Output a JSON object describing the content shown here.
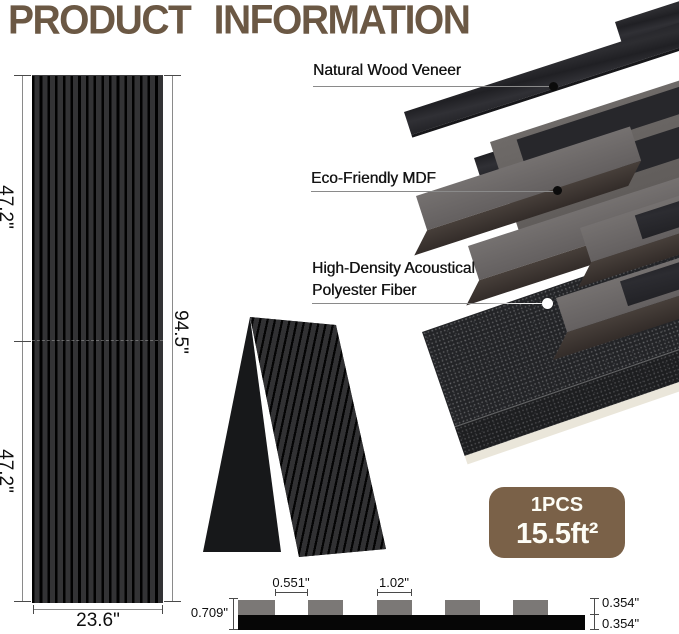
{
  "title": "PRODUCT INFORMATION",
  "left_panel": {
    "top_half_height": "47.2\"",
    "bottom_half_height": "47.2\"",
    "total_height": "94.5\"",
    "width": "23.6\""
  },
  "layers": {
    "veneer_label": "Natural Wood Veneer",
    "mdf_label": "Eco-Friendly MDF",
    "fiber_label_line1": "High-Density Acoustical",
    "fiber_label_line2": "Polyester Fiber"
  },
  "badge": {
    "quantity": "1PCS",
    "area": "15.5ft²"
  },
  "cross_section": {
    "gap_width": "0.551\"",
    "slat_width": "1.02\"",
    "total_thickness": "0.709\"",
    "slat_thickness": "0.354\"",
    "base_thickness": "0.354\""
  },
  "colors": {
    "title_brown": "#6b5844",
    "badge_brown": "#7a6148",
    "panel_black": "#2c2c2e",
    "mdf_gray": "#6f6b69",
    "mdf_side_brown": "#3e3733",
    "felt_black": "#232427",
    "backing_cream": "#eae6da",
    "cross_section_slat_gray": "#7b7876"
  }
}
